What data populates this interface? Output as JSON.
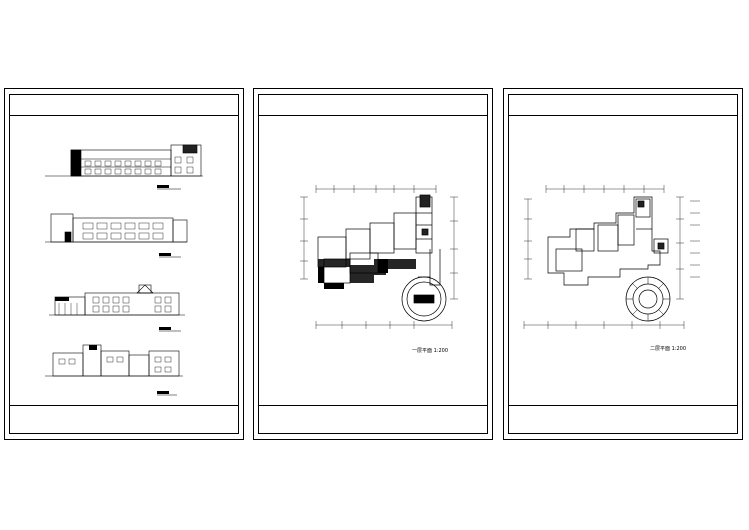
{
  "sheets": [
    {
      "id": "elevations",
      "elevations": [
        {
          "label": ""
        },
        {
          "label": ""
        },
        {
          "label": ""
        },
        {
          "label": ""
        }
      ]
    },
    {
      "id": "first-floor-plan",
      "scale_caption": "一层平面 1:200"
    },
    {
      "id": "second-floor-plan",
      "scale_caption": "二层平面 1:200"
    }
  ]
}
